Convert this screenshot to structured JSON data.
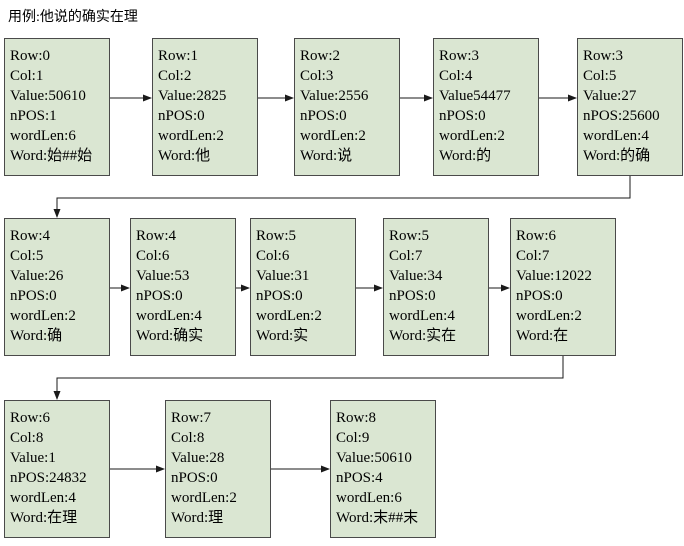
{
  "title": "用例:他说的确实在理",
  "colors": {
    "node_fill": "#dae6d2",
    "node_border": "#4a4a4a",
    "arrow": "#1a1a1a"
  },
  "nodes": [
    {
      "lines": [
        "Row:0",
        "Col:1",
        "Value:50610",
        "nPOS:1",
        "wordLen:6",
        "Word:始##始"
      ]
    },
    {
      "lines": [
        "Row:1",
        "Col:2",
        "Value:2825",
        "nPOS:0",
        "wordLen:2",
        "Word:他"
      ]
    },
    {
      "lines": [
        "Row:2",
        "Col:3",
        "Value:2556",
        "nPOS:0",
        "wordLen:2",
        "Word:说"
      ]
    },
    {
      "lines": [
        "Row:3",
        "Col:4",
        "Value54477",
        "nPOS:0",
        "wordLen:2",
        "Word:的"
      ]
    },
    {
      "lines": [
        "Row:3",
        "Col:5",
        "Value:27",
        "nPOS:25600",
        "wordLen:4",
        "Word:的确"
      ]
    },
    {
      "lines": [
        "Row:4",
        "Col:5",
        "Value:26",
        "nPOS:0",
        "wordLen:2",
        "Word:确"
      ]
    },
    {
      "lines": [
        "Row:4",
        "Col:6",
        "Value:53",
        "nPOS:0",
        "wordLen:4",
        "Word:确实"
      ]
    },
    {
      "lines": [
        "Row:5",
        "Col:6",
        "Value:31",
        "nPOS:0",
        "wordLen:2",
        "Word:实"
      ]
    },
    {
      "lines": [
        "Row:5",
        "Col:7",
        "Value:34",
        "nPOS:0",
        "wordLen:4",
        "Word:实在"
      ]
    },
    {
      "lines": [
        "Row:6",
        "Col:7",
        "Value:12022",
        "nPOS:0",
        "wordLen:2",
        "Word:在"
      ]
    },
    {
      "lines": [
        "Row:6",
        "Col:8",
        "Value:1",
        "nPOS:24832",
        "wordLen:4",
        "Word:在理"
      ]
    },
    {
      "lines": [
        "Row:7",
        "Col:8",
        "Value:28",
        "nPOS:0",
        "wordLen:2",
        "Word:理"
      ]
    },
    {
      "lines": [
        "Row:8",
        "Col:9",
        "Value:50610",
        "nPOS:4",
        "wordLen:6",
        "Word:末##末"
      ]
    }
  ]
}
